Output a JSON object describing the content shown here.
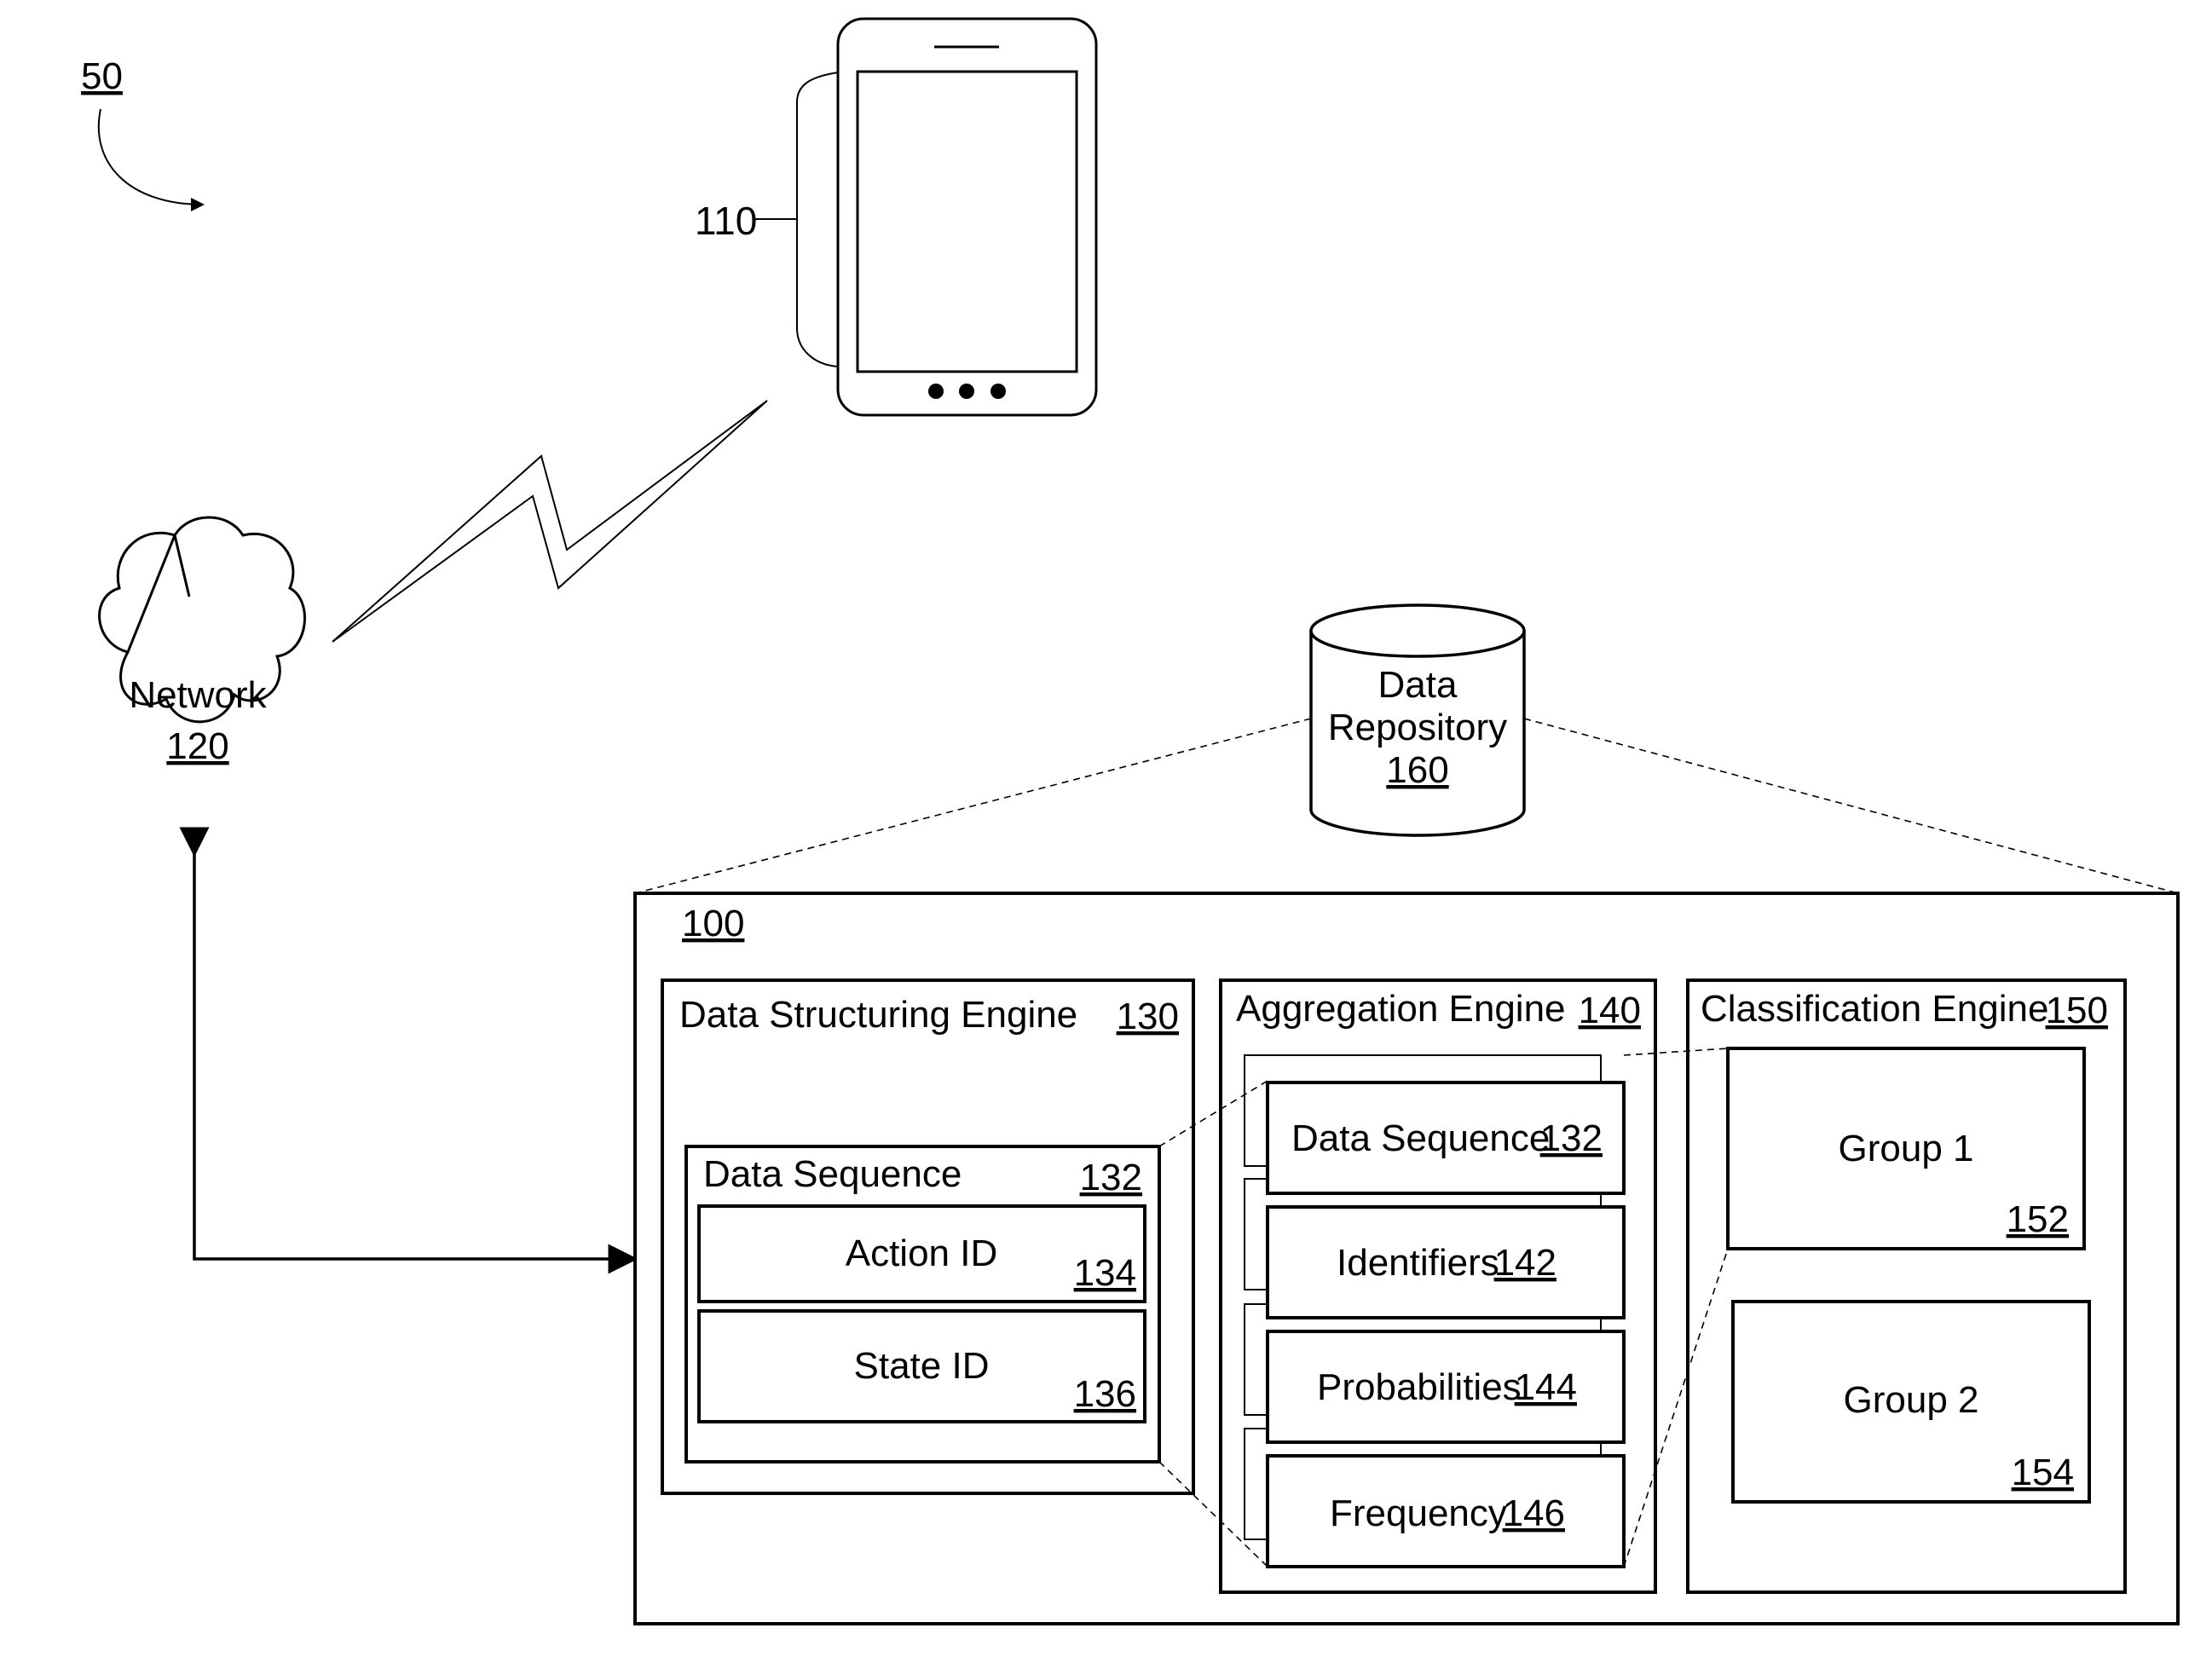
{
  "figure": {
    "ref": "50"
  },
  "device": {
    "ref": "110"
  },
  "network": {
    "label": "Network",
    "ref": "120"
  },
  "repository": {
    "line1": "Data",
    "line2": "Repository",
    "ref": "160"
  },
  "system": {
    "ref": "100"
  },
  "data_structuring_engine": {
    "label": "Data Structuring Engine",
    "ref": "130",
    "sequence": {
      "label": "Data Sequence",
      "ref": "132",
      "action": {
        "label": "Action ID",
        "ref": "134"
      },
      "state": {
        "label": "State ID",
        "ref": "136"
      }
    }
  },
  "aggregation_engine": {
    "label": "Aggregation Engine",
    "ref": "140",
    "items": [
      {
        "label": "Data Sequence",
        "ref": "132"
      },
      {
        "label": "Identifiers",
        "ref": "142"
      },
      {
        "label": "Probabilities",
        "ref": "144"
      },
      {
        "label": "Frequency",
        "ref": "146"
      }
    ]
  },
  "classification_engine": {
    "label": "Classification Engine",
    "ref": "150",
    "groups": [
      {
        "label": "Group 1",
        "ref": "152"
      },
      {
        "label": "Group 2",
        "ref": "154"
      }
    ]
  }
}
